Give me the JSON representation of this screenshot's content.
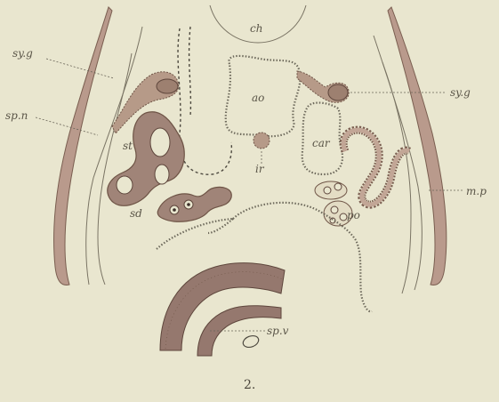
{
  "labels": {
    "ch": "ch",
    "ao": "ao",
    "car": "car",
    "ir": "ir",
    "st": "st",
    "sd": "sd",
    "syg_left": "sy.g",
    "syg_right": "sy.g",
    "spn": "sp.n",
    "mp": "m.p",
    "po": "po",
    "spv": "sp.v"
  },
  "figure_number": "2.",
  "colors": {
    "background": "#e9e6cf",
    "tissue": "#a08478",
    "ink": "#4e4a40"
  }
}
